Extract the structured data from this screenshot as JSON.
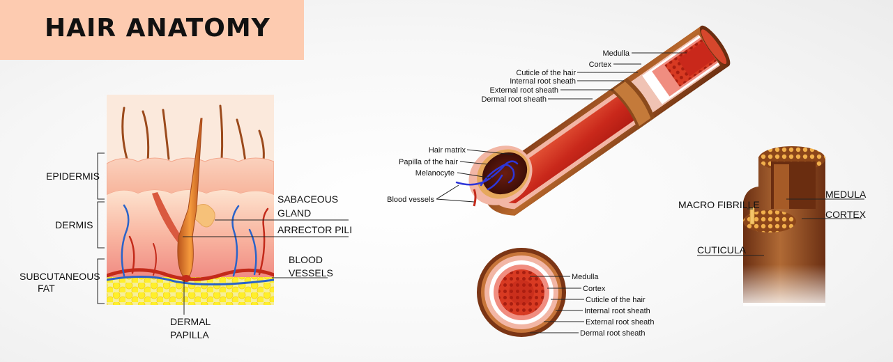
{
  "title": "HAIR ANATOMY",
  "skin": {
    "layers": [
      "EPIDERMIS",
      "DERMIS",
      "SUBCUTANEOUS",
      "FAT"
    ],
    "labels": {
      "sabaceous_1": "SABACEOUS",
      "sabaceous_2": "GLAND",
      "arrector": "ARRECTOR PILI",
      "blood_1": "BLOOD",
      "blood_2": "VESSELS",
      "dermal_1": "DERMAL",
      "dermal_2": "PAPILLA"
    }
  },
  "follicle": {
    "labels": [
      "Medulla",
      "Cortex",
      "Cuticle of the hair",
      "Internal root sheath",
      "External root sheath",
      "Dermal root sheath"
    ],
    "bulb": [
      "Hair matrix",
      "Papilla of the hair",
      "Melanocyte",
      "Blood vessels"
    ]
  },
  "cross_section": {
    "labels": [
      "Medulla",
      "Cortex",
      "Cuticle of the hair",
      "Internal root sheath",
      "External root sheath",
      "Dermal root sheath"
    ]
  },
  "shaft": {
    "labels": [
      "MEDULA",
      "MACRO FIBRILLE",
      "CORTEX",
      "CUTICULA"
    ]
  }
}
